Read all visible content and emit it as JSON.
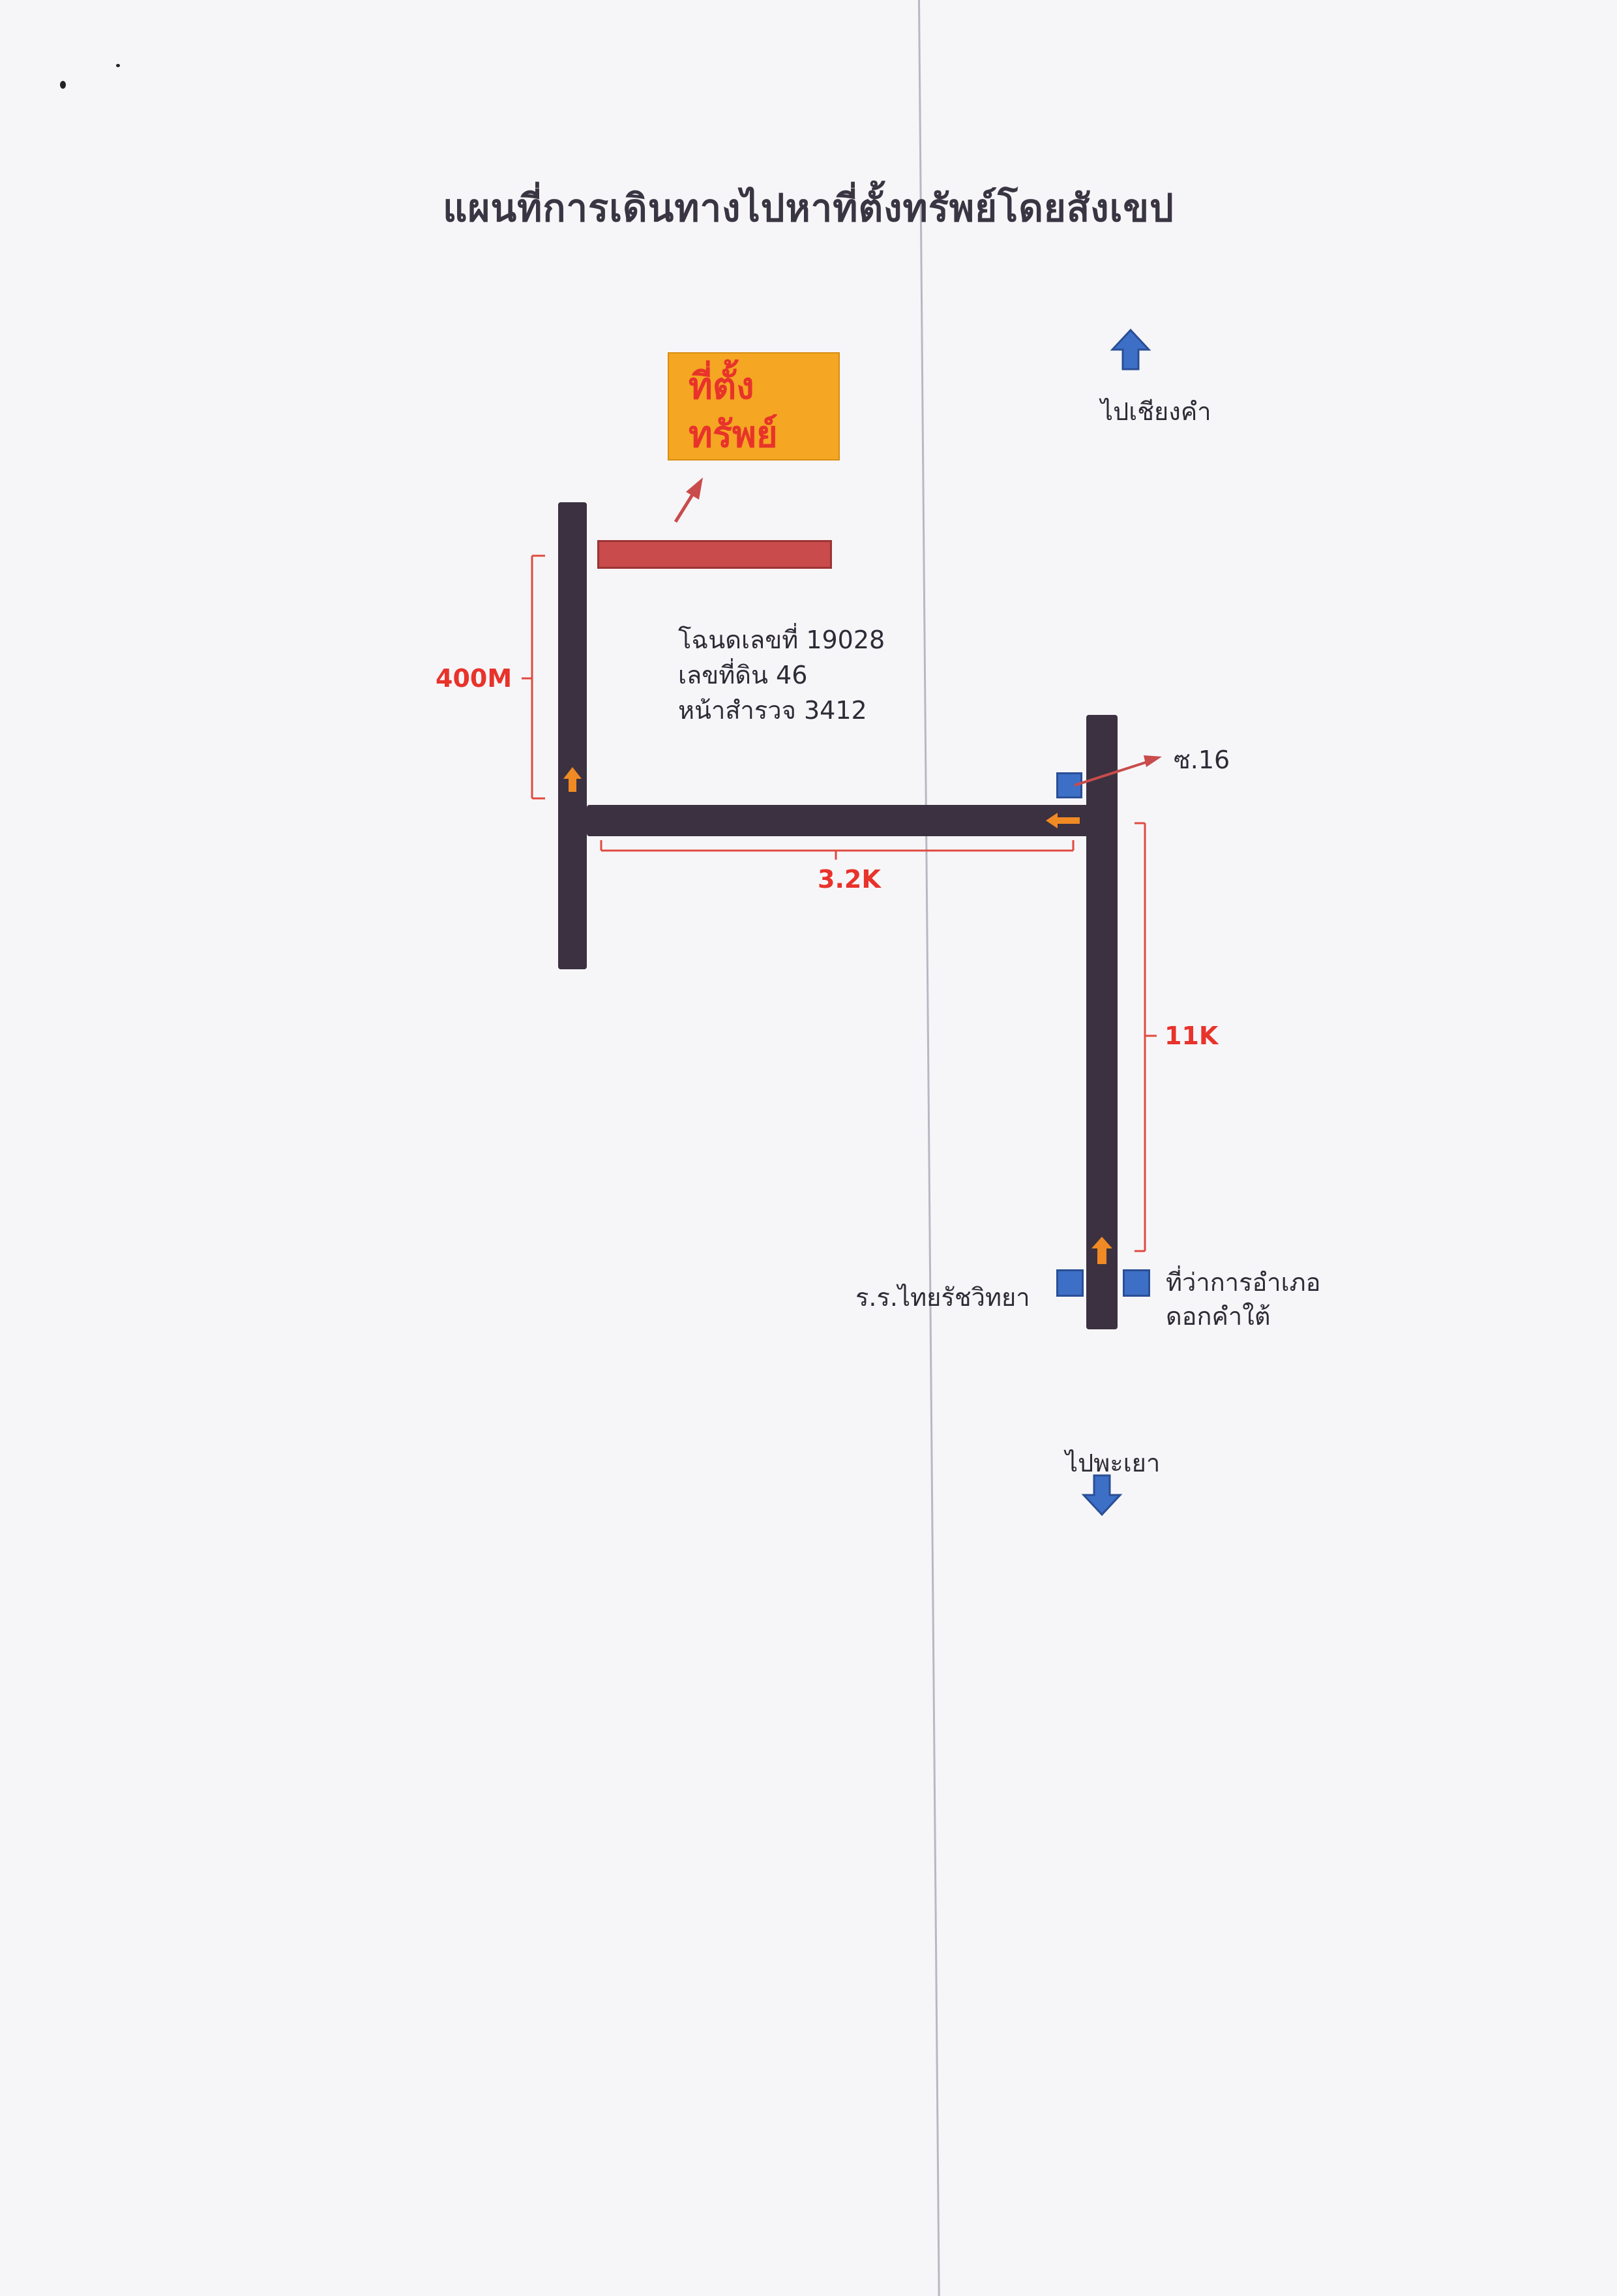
{
  "title": "แผนที่การเดินทางไปหาที่ตั้งทรัพย์โดยสังเขป",
  "site": {
    "line1": "ที่ตั้ง",
    "line2": "ทรัพย์"
  },
  "deed": {
    "line1": "โฉนดเลขที่ 19028",
    "line2": "เลขที่ดิน 46",
    "line3": "หน้าสำรวจ 3412"
  },
  "distances": {
    "north_segment": "400M",
    "west_segment": "3.2K",
    "main_segment": "11K"
  },
  "directions": {
    "north": "ไปเชียงคำ",
    "south": "ไปพะเยา"
  },
  "places": {
    "soi": "ซ.16",
    "school": "ร.ร.ไทยรัชวิทยา",
    "district_office_line1": "ที่ว่าการอำเภอ",
    "district_office_line2": "ดอกคำใต้"
  },
  "colors": {
    "road": "#3b3140",
    "parcel": "#c94b4b",
    "site_box": "#f5a623",
    "site_text": "#e8332b",
    "dimension": "#e8332b",
    "marker": "#3d6fc6",
    "direction_arrow": "#3d6fc6",
    "route_arrow": "#f08a24"
  },
  "icons": [
    "north-arrow-icon",
    "south-arrow-icon",
    "route-arrow-icon",
    "pointer-arrow-icon"
  ]
}
